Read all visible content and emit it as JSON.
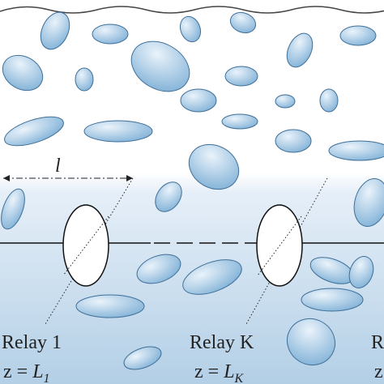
{
  "diagram": {
    "distance_label": "l",
    "relays": [
      {
        "name": "Relay 1",
        "eq_prefix": "z = ",
        "eq_var": "L",
        "eq_sub": "1"
      },
      {
        "name": "Relay K",
        "eq_prefix": "z = ",
        "eq_var": "L",
        "eq_sub": "K"
      }
    ]
  },
  "colors": {
    "water_top": "#ffffff",
    "water_mid": "#dde9f4",
    "water_bottom": "#b3cfe6",
    "bubble_fill_light": "#eaf3fb",
    "bubble_fill_dark": "#7fb0d6",
    "bubble_stroke": "#3f6f98",
    "line": "#111111"
  }
}
